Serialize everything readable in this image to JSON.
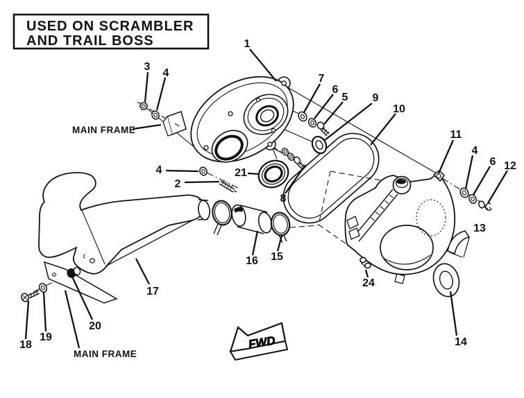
{
  "page": {
    "background": "#ffffff",
    "ink": "#111111"
  },
  "title_box": {
    "line1": "USED ON SCRAMBLER",
    "line2": "AND TRAIL BOSS"
  },
  "frame_labels": {
    "top": "MAIN FRAME",
    "bottom": "MAIN FRAME"
  },
  "fwd_arrow": {
    "label": "FWD"
  },
  "callouts": [
    {
      "id": "1",
      "label": "1"
    },
    {
      "id": "2",
      "label": "2"
    },
    {
      "id": "3",
      "label": "3"
    },
    {
      "id": "4-top",
      "label": "4"
    },
    {
      "id": "4-mid",
      "label": "4"
    },
    {
      "id": "4-right",
      "label": "4"
    },
    {
      "id": "5",
      "label": "5"
    },
    {
      "id": "6-left",
      "label": "6"
    },
    {
      "id": "6-right",
      "label": "6"
    },
    {
      "id": "7",
      "label": "7"
    },
    {
      "id": "8",
      "label": "8"
    },
    {
      "id": "9",
      "label": "9"
    },
    {
      "id": "10",
      "label": "10"
    },
    {
      "id": "11",
      "label": "11"
    },
    {
      "id": "12",
      "label": "12"
    },
    {
      "id": "13",
      "label": "13"
    },
    {
      "id": "14",
      "label": "14"
    },
    {
      "id": "15",
      "label": "15"
    },
    {
      "id": "16",
      "label": "16"
    },
    {
      "id": "17",
      "label": "17"
    },
    {
      "id": "18",
      "label": "18"
    },
    {
      "id": "19",
      "label": "19"
    },
    {
      "id": "20",
      "label": "20"
    },
    {
      "id": "21",
      "label": "21"
    },
    {
      "id": "24",
      "label": "24"
    }
  ]
}
